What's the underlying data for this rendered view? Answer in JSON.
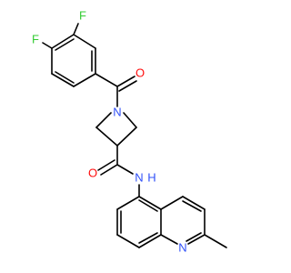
{
  "molecule": {
    "colors": {
      "bond": "#000000",
      "carbon": "#000000",
      "fluorine": "#33cc33",
      "oxygen": "#ff0d0d",
      "nitrogen": "#3050f8",
      "hydrogen": "#3050f8"
    },
    "labels": {
      "f_top": "F",
      "f_left": "F",
      "o_ketone": "O",
      "n_azetidine": "N",
      "o_amide": "O",
      "nh_amide": "N",
      "h_amide": "H",
      "n_quinoline": "N"
    }
  }
}
